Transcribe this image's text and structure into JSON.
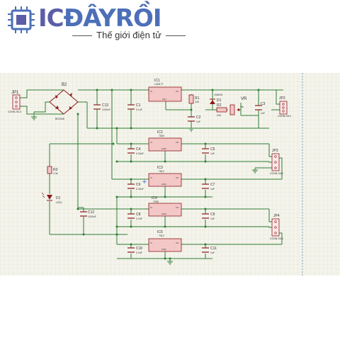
{
  "logo": {
    "brand_part1": "IC",
    "brand_part2": "ĐÂYRỒI",
    "tagline": "Thế giới điện tử"
  },
  "colors": {
    "grid_bg": "#f4f4ec",
    "grid_line": "#dcdccc",
    "wire": "#2e7d32",
    "component": "#8b1a1a",
    "ic_fill": "#f4c7c7",
    "brand_blue": "#5b5ea6"
  },
  "schematic": {
    "labels": {
      "jp1": "JP1",
      "jp1_sub": "CONN-SIL3",
      "b2": "B2",
      "b2_sub": "BR2008",
      "c13": "C13",
      "c13_val": "1000uF",
      "c1": "C1",
      "c1_val": "0.1uF",
      "ic1": "IC1",
      "ic1_sub": "LM317T",
      "r1": "R1",
      "r1_val": "240",
      "d1top": "D1",
      "d1top_sub": "1N4004",
      "c2": "C2",
      "c2_val": "1uF",
      "r2": "R2",
      "r2_val": "240",
      "vr": "VR",
      "vr_val": "5k",
      "c3": "C3",
      "c3_val": "1uF",
      "jp2": "JP2",
      "jp2_sub": "CONN-SIL3",
      "ic2": "IC2",
      "ic2_sub": "7805",
      "c4": "C4",
      "c4_val": "0.33uF",
      "c5": "C5",
      "c5_val": "1uF",
      "jp3": "JP3",
      "jp3_sub": "CONN-SIL3",
      "ic3": "IC3",
      "ic3_sub": "7812",
      "c6": "C6",
      "c6_val": "0.33uF",
      "c7": "C7",
      "c7_val": "1uF",
      "r3": "R3",
      "r3_val": "3.3k",
      "d1": "D1",
      "d1_sub": "LED1",
      "c12": "C12",
      "c12_val": "1000uF",
      "ic4": "IC4",
      "ic4_sub": "7905",
      "c8": "C8",
      "c8_val": "2.2uF",
      "c9": "C9",
      "c9_val": "1uF",
      "jp4": "JP4",
      "jp4_sub": "CONN-SIL3",
      "ic5": "IC5",
      "ic5_sub": "7912",
      "c10": "C10",
      "c10_val": "2.2uF",
      "c11": "C11",
      "c11_val": "1uF",
      "pin_vi": "VI",
      "pin_vo": "VO",
      "pin_adj": "ADJ",
      "pin_gnd": "GND"
    }
  }
}
